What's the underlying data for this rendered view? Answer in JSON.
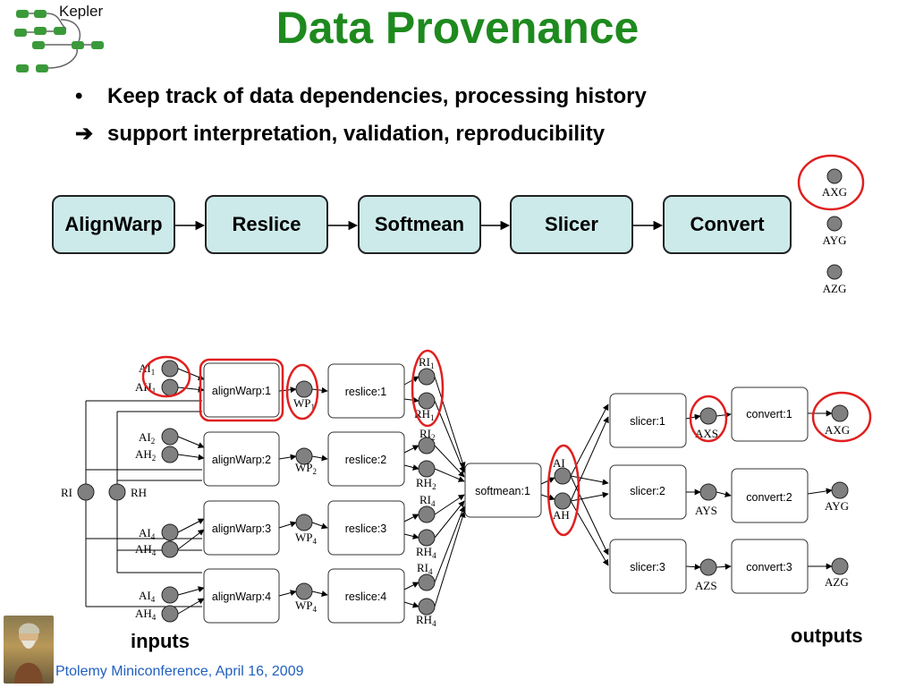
{
  "title": "Data Provenance",
  "logo": {
    "text": "Kepler"
  },
  "bullets": [
    {
      "marker": "•",
      "text": "Keep track of data dependencies, processing history"
    },
    {
      "marker": "➔",
      "text": "support interpretation, validation, reproducibility"
    }
  ],
  "pipeline": [
    "AlignWarp",
    "Reslice",
    "Softmean",
    "Slicer",
    "Convert"
  ],
  "top_outputs": [
    "AXG",
    "AYG",
    "AZG"
  ],
  "graph": {
    "aw_inputs": [
      {
        "ai": "AI",
        "ai_sub": "1",
        "ah": "AH",
        "ah_sub": "1"
      },
      {
        "ai": "AI",
        "ai_sub": "2",
        "ah": "AH",
        "ah_sub": "2"
      },
      {
        "ai": "AI",
        "ai_sub": "4",
        "ah": "AH",
        "ah_sub": "4"
      },
      {
        "ai": "AI",
        "ai_sub": "4",
        "ah": "AH",
        "ah_sub": "4"
      }
    ],
    "alignwarp": [
      "alignWarp:1",
      "alignWarp:2",
      "alignWarp:3",
      "alignWarp:4"
    ],
    "wp": [
      {
        "label": "WP",
        "sub": "1"
      },
      {
        "label": "WP",
        "sub": "2"
      },
      {
        "label": "WP",
        "sub": "4"
      },
      {
        "label": "WP",
        "sub": "4"
      }
    ],
    "reslice": [
      "reslice:1",
      "reslice:2",
      "reslice:3",
      "reslice:4"
    ],
    "reslice_out": [
      {
        "ri": "RI",
        "ri_sub": "1",
        "rh": "RH",
        "rh_sub": "1"
      },
      {
        "ri": "RI",
        "ri_sub": "2",
        "rh": "RH",
        "rh_sub": "2"
      },
      {
        "ri": "RI",
        "ri_sub": "4",
        "rh": "RH",
        "rh_sub": "4"
      },
      {
        "ri": "RI",
        "ri_sub": "4",
        "rh": "RH",
        "rh_sub": "4"
      }
    ],
    "ref_inputs": [
      "RI",
      "RH"
    ],
    "softmean": "softmean:1",
    "softmean_out": [
      "AI",
      "AH"
    ],
    "slicer": [
      "slicer:1",
      "slicer:2",
      "slicer:3"
    ],
    "slicer_out": [
      "AXS",
      "AYS",
      "AZS"
    ],
    "convert": [
      "convert:1",
      "convert:2",
      "convert:3"
    ],
    "convert_out": [
      "AXG",
      "AYG",
      "AZG"
    ]
  },
  "labels": {
    "inputs": "inputs",
    "outputs": "outputs"
  },
  "footer": "Ptolemy Miniconference, April 16, 2009",
  "colors": {
    "title": "#1e8a1e",
    "highlight": "#e02020",
    "box_fill": "#cdeaea",
    "node": "#808080",
    "footer": "#1f5fbf"
  }
}
